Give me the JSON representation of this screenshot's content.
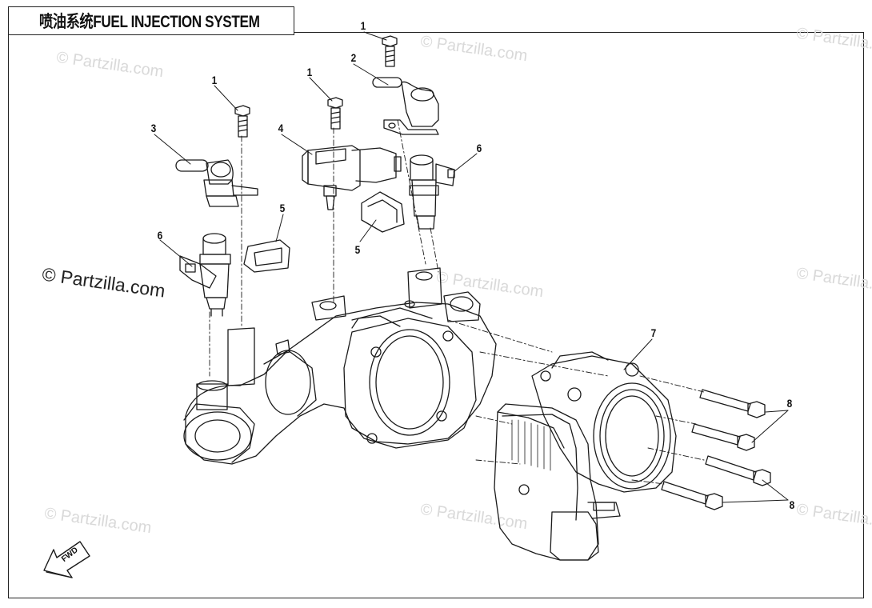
{
  "title": "喷油系统FUEL INJECTION SYSTEM",
  "watermark": "© Partzilla.com",
  "fwd_label": "FWD",
  "callouts": [
    "1",
    "1",
    "1",
    "2",
    "3",
    "4",
    "5",
    "5",
    "6",
    "6",
    "7",
    "8",
    "8"
  ]
}
